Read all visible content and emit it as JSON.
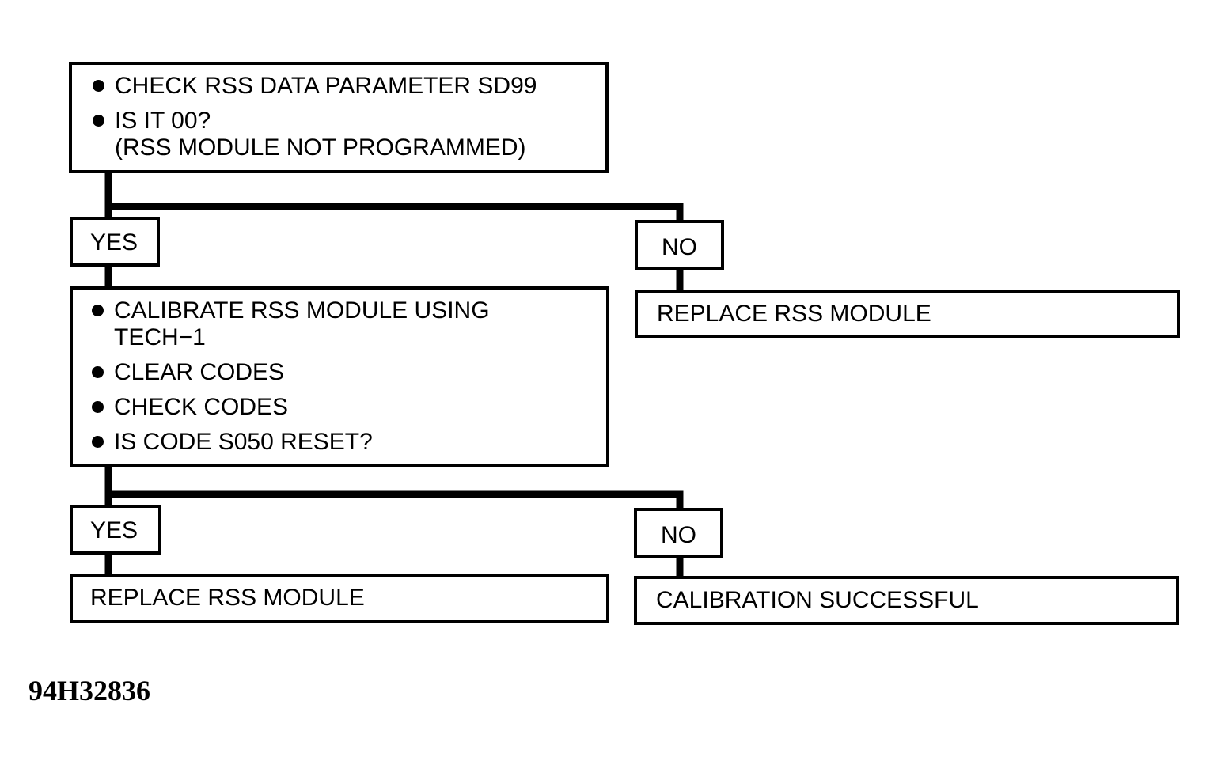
{
  "step1": {
    "items": [
      "CHECK RSS DATA PARAMETER SD99",
      "IS IT 00?"
    ],
    "note": "(RSS MODULE NOT PROGRAMMED)"
  },
  "branch1": {
    "yes": "YES",
    "no": "NO"
  },
  "step2": {
    "items": [
      "CALIBRATE RSS MODULE USING TECH−1",
      "CLEAR CODES",
      "CHECK CODES",
      "IS CODE S050 RESET?"
    ]
  },
  "result_no1": "REPLACE RSS MODULE",
  "branch2": {
    "yes": "YES",
    "no": "NO"
  },
  "result_yes2": "REPLACE RSS MODULE",
  "result_no2": "CALIBRATION SUCCESSFUL",
  "figure_id": "94H32836"
}
